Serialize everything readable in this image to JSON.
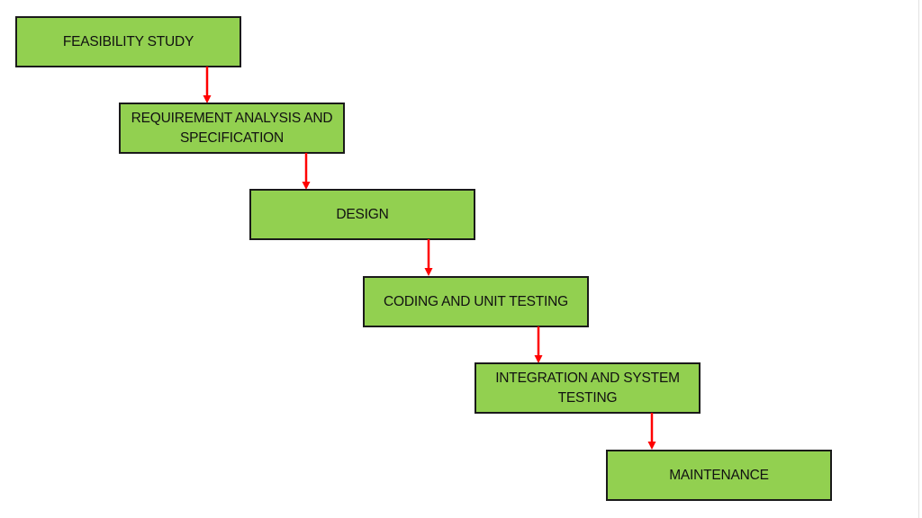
{
  "diagram": {
    "stages": [
      {
        "label": "FEASIBILITY STUDY"
      },
      {
        "label": "REQUIREMENT ANALYSIS AND SPECIFICATION"
      },
      {
        "label": "DESIGN"
      },
      {
        "label": "CODING AND UNIT TESTING"
      },
      {
        "label": "INTEGRATION AND SYSTEM TESTING"
      },
      {
        "label": "MAINTENANCE"
      }
    ]
  },
  "colors": {
    "box_fill": "#92d050",
    "box_border": "#1a1a1a",
    "arrow": "#ff0000",
    "background": "#ffffff"
  }
}
